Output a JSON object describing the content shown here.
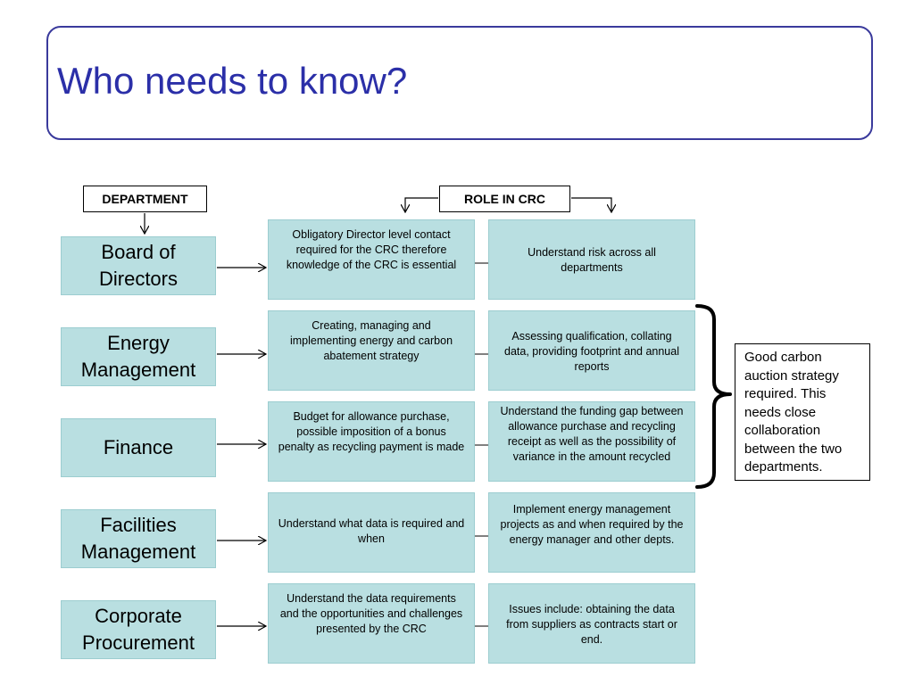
{
  "title": "Who needs to know?",
  "headers": {
    "department": "DEPARTMENT",
    "role": "ROLE IN CRC"
  },
  "rows": [
    {
      "department": "Board of Directors",
      "role_1": "Obligatory Director level contact required for the CRC therefore knowledge of the CRC is essential",
      "role_2": "Understand risk across all departments"
    },
    {
      "department": "Energy Management",
      "role_1": "Creating, managing and implementing energy and carbon abatement strategy",
      "role_2": "Assessing qualification, collating data, providing footprint and annual reports"
    },
    {
      "department": "Finance",
      "role_1": "Budget for allowance  purchase, possible imposition of a bonus penalty as recycling payment is made",
      "role_2": "Understand the funding gap between allowance purchase and recycling receipt  as well as the possibility of variance in the amount recycled"
    },
    {
      "department": "Facilities Management",
      "role_1": "Understand what data is required and when",
      "role_2": "Implement energy management projects as and when required by the energy manager and other depts."
    },
    {
      "department": "Corporate Procurement",
      "role_1": "Understand the data requirements and the opportunities and challenges presented by the CRC",
      "role_2": "Issues include: obtaining the data from suppliers as contracts start or end."
    }
  ],
  "note": "Good carbon auction strategy required. This needs close collaboration between the two departments.",
  "colors": {
    "title": "#2b2fa8",
    "frame": "#3a3a9c",
    "box_fill": "#b9dfe1"
  }
}
